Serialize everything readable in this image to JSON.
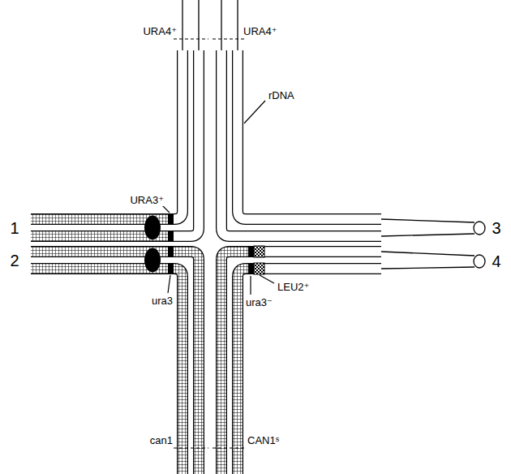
{
  "diagram": {
    "labels": [
      "URA4⁺",
      "URA4⁺",
      "URA3⁺",
      "rDNA",
      "1",
      "2",
      "3",
      "4",
      "ura3",
      "LEU2⁺",
      "ura3⁻",
      "can1",
      "CAN1ˢ"
    ]
  }
}
